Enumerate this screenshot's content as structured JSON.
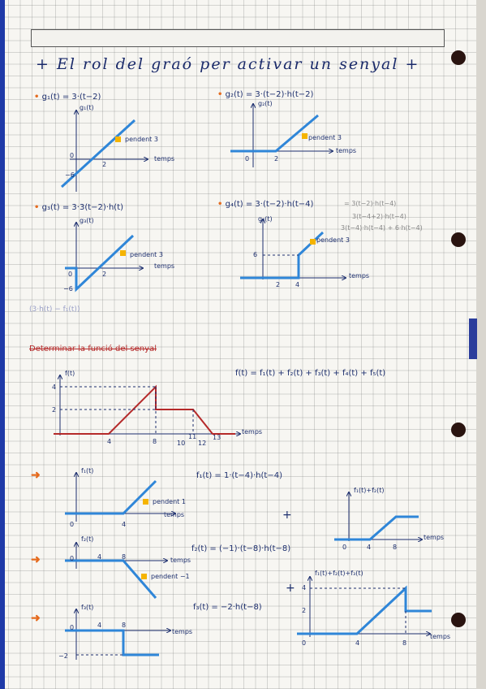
{
  "title": "+ El rol del graó per activar un senyal +",
  "sections": {
    "g1": {
      "label": "g₁(t) = 3·(t−2)",
      "axis": "g₁(t)",
      "slope": "pendent 3",
      "xaxis": "temps",
      "ticks": [
        "0",
        "2",
        "−6"
      ]
    },
    "g2": {
      "label": "g₂(t) = 3·(t−2)·h(t−2)",
      "axis": "g₂(t)",
      "slope": "pendent 3",
      "xaxis": "temps",
      "ticks": [
        "0",
        "2"
      ]
    },
    "g3": {
      "label": "g₃(t) = 3·3(t−2)·h(t)",
      "axis": "g₃(t)",
      "slope": "pendent 3",
      "xaxis": "temps",
      "ticks": [
        "0",
        "2",
        "−6"
      ],
      "note": "(3·h(t) − f₁(t))"
    },
    "g4": {
      "label": "g₄(t) = 3·(t−2)·h(t−4)",
      "axis": "g₄(t)",
      "slope": "pendent 3",
      "xaxis": "temps",
      "ticks": [
        "6",
        "2",
        "4"
      ],
      "extra": [
        "= 3(t−2)·h(t−4)",
        "3(t−4+2)·h(t−4)",
        "3(t−4)·h(t−4) + 6·h(t−4)"
      ]
    },
    "signal": {
      "heading": "Determinar la funció del senyal",
      "axis": "f(t)",
      "xaxis": "temps",
      "formula": "f(t) = f₁(t) + f₂(t) + f₃(t) + f₄(t) + f₅(t)",
      "ticks": [
        "4",
        "2",
        "4",
        "8",
        "10",
        "11",
        "12",
        "13"
      ]
    },
    "f1": {
      "axis": "f₁(t)",
      "formula": "f₁(t) = 1·(t−4)·h(t−4)",
      "slope": "pendent 1",
      "xaxis": "temps",
      "ticks": [
        "0",
        "4"
      ]
    },
    "f2": {
      "axis": "f₂(t)",
      "formula": "f₂(t) = (−1)·(t−8)·h(t−8)",
      "slope": "pendent −1",
      "xaxis": "temps",
      "ticks": [
        "0",
        "4",
        "8"
      ]
    },
    "f3": {
      "axis": "f₃(t)",
      "formula": "f₃(t) = −2·h(t−8)",
      "xaxis": "temps",
      "ticks": [
        "0",
        "4",
        "8",
        "−2"
      ]
    },
    "sum12": {
      "axis": "f₁(t)+f₂(t)",
      "xaxis": "temps",
      "ticks": [
        "0",
        "4",
        "8"
      ],
      "plus": "+"
    },
    "sum123": {
      "axis": "f₁(t)+f₂(t)+f₃(t)",
      "xaxis": "temps",
      "ticks": [
        "0",
        "4",
        "8",
        "4",
        "2"
      ],
      "plus": "+"
    }
  },
  "colors": {
    "ink": "#1d2f6e",
    "curve": "#2f86d8",
    "signal": "#b52a2a",
    "accent": "#e56b1f",
    "highlight": "#f5b400"
  }
}
